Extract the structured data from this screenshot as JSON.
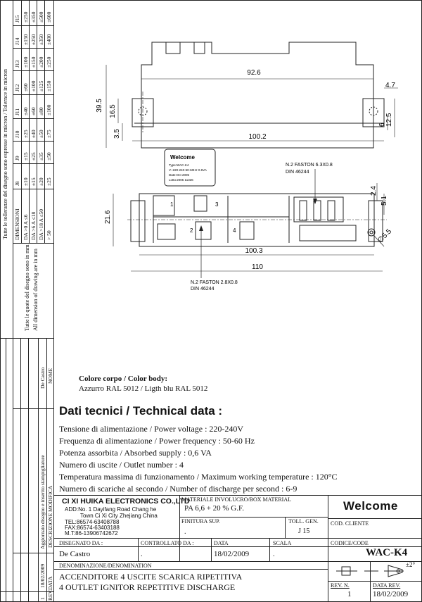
{
  "tolerance_table": {
    "header_title": "Tutte le tolleranze del disegno sono espresse in micron / Tolernce in micron",
    "columns": [
      "DIMENSIONI",
      "J8",
      "J9",
      "J10",
      "J11",
      "J12",
      "J13",
      "J14",
      "J15"
    ],
    "rows": [
      [
        "DA >0 A ≤6",
        "±10",
        "±15",
        "±25",
        "±40",
        "±60",
        "±100",
        "±150",
        "±250"
      ],
      [
        "DA >6 A ≤18",
        "±15",
        "±25",
        "±40",
        "±60",
        "±100",
        "±150",
        "±250",
        "±350"
      ],
      [
        "DA >18 A ≤50",
        "±20",
        "±35",
        "±50",
        "±80",
        "±125",
        "±200",
        "±350",
        "±500"
      ],
      [
        "> 50",
        "±25",
        "±50",
        "±75",
        "±100",
        "±150",
        "±250",
        "±400",
        "±600"
      ]
    ]
  },
  "notes": {
    "quotes_it": "Tutte le quote del disegno sono in mm",
    "quotes_en": "All dimension of drawing are in mm"
  },
  "revision_strip": {
    "name_value": "De Castro",
    "desc_value": "Aggiornato disegno e inserito stampigliature",
    "date_value": "18/02/2009",
    "rev_value": "1",
    "label_name": "NOME",
    "label_desc": "DESCRIZIONE MODIFICA",
    "label_date": "DATA",
    "label_rev": "REV."
  },
  "drawing": {
    "dims": {
      "d92_6": "92.6",
      "d39_5": "39.5",
      "d16_5": "16.5",
      "d3_5": "3.5",
      "d100_2": "100.2",
      "d4_7": "4.7",
      "d6": "6",
      "d12_5": "12.5",
      "d21_6": "21.6",
      "d100_3": "100.3",
      "d110": "110",
      "d2_4": "2.4",
      "d5_1": "5.1",
      "d5_5": "∅5.5"
    },
    "labels": {
      "faston_63": "N.2 FASTON 6.3X0.8",
      "din_63": "DIN 46244",
      "faston_28": "N.2 FASTON 2.8X0.8",
      "din_28": "DIN 46244"
    },
    "outlets": [
      "1",
      "2",
      "3",
      "4"
    ],
    "sticker": {
      "brand": "Welcome",
      "lines": [
        "Type:WAC-K4",
        "V~220-240-50-60Hz 0.6VA",
        "Date:Oct 2005",
        "Lotto:2005 11336"
      ]
    }
  },
  "color_body": {
    "title": "Colore corpo / Color body:",
    "value": "Azzurro RAL 5012 / Ligth blu RAL 5012"
  },
  "technical": {
    "title": "Dati tecnici / Technical data :",
    "lines": [
      "Tensione di alimentazione / Power voltage : 220-240V",
      "Frequenza di alimentazione / Power frequency : 50-60 Hz",
      "Potenza assorbita / Absorbed supply : 0,6 VA",
      "Numero di uscite / Outlet number : 4",
      "Temperatura massima di funzionamento / Maximum working temperature : 120°C",
      "Numero di scariche al secondo / Number of discharge per second : 6-9"
    ]
  },
  "title_block": {
    "company": "CI XI HUIKA ELECTRONICS CO.,LTD",
    "address1": "ADD:No. 1 Dayifang Road Chang he",
    "address2": "Town Ci Xi City Zhejiang China",
    "tel": "TEL:86574-63408788",
    "fax": "FAX:86574-63403188",
    "mt": "M.T:86-13906742672",
    "material_label": "MATERIALE INVOLUCRO/BOX MATERIAL",
    "material_value": "PA 6,6 + 20 % G.F.",
    "finish_label": "FINITURA SUP.",
    "finish_value": ".",
    "toll_label": "TOLL. GEN.",
    "toll_value": "J 15",
    "brand": "Welcome",
    "cod_cliente_label": "COD. CLIENTE",
    "disegnato_label": "DISEGNATO DA :",
    "disegnato_value": "De Castro",
    "controllato_label": "CONTROLLATO DA :",
    "controllato_value": ".",
    "data_label": "DATA",
    "data_value": "18/02/2009",
    "scala_label": "SCALA",
    "scala_value": ".",
    "codice_label": "CODICE/CODE",
    "codice_value": "WAC-K4",
    "denominazione_label": "DENOMINAZIONE/DENOMINATION",
    "denom_it": "ACCENDITORE 4 USCITE SCARICA RIPETITIVA",
    "denom_en": "4 OUTLET IGNITOR REPETITIVE DISCHARGE",
    "proj_symbol": "±2°",
    "rev_label": "REV. N.",
    "rev_value": "1",
    "data_rev_label": "DATA REV.",
    "data_rev_value": "18/02/2009"
  }
}
